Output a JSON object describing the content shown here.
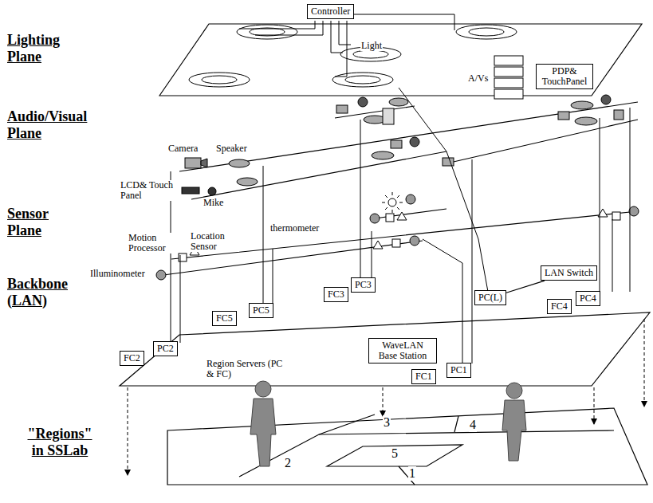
{
  "diagram": {
    "nodes": [
      {
        "text": [
          "Controller"
        ]
      },
      {
        "text": [
          "PDP& TouchPanel"
        ]
      },
      {
        "text": [
          "PC(L)"
        ]
      },
      {
        "text": [
          "LAN Switch"
        ]
      },
      {
        "text": [
          "FC2"
        ]
      },
      {
        "text": [
          "PC2"
        ]
      },
      {
        "text": [
          "FC5"
        ]
      },
      {
        "text": [
          "PC5"
        ]
      },
      {
        "text": [
          "FC3"
        ]
      },
      {
        "text": [
          "PC3"
        ]
      },
      {
        "text": [
          "WaveLAN Base Station"
        ]
      },
      {
        "text": [
          "FC1"
        ]
      },
      {
        "text": [
          "PC1"
        ]
      },
      {
        "text": [
          "FC4"
        ]
      },
      {
        "text": [
          "PC4"
        ]
      }
    ],
    "edges": [
      {
        "from": 2,
        "to": 3,
        "arrow": "none"
      }
    ],
    "labels": [
      "Lighting Plane",
      "Audio/Visual Plane",
      "Sensor Plane",
      "Backbone (LAN)",
      "\"Regions\" in SSLab",
      "Light",
      "A/Vs",
      "Camera",
      "Speaker",
      "LCD& Touch Panel",
      "Mike",
      "Motion Processor",
      "Location Sensor",
      "thermometer",
      "Illuminometer",
      "Region Servers (PC & FC)",
      "3",
      "4",
      "2",
      "5",
      "1"
    ]
  }
}
